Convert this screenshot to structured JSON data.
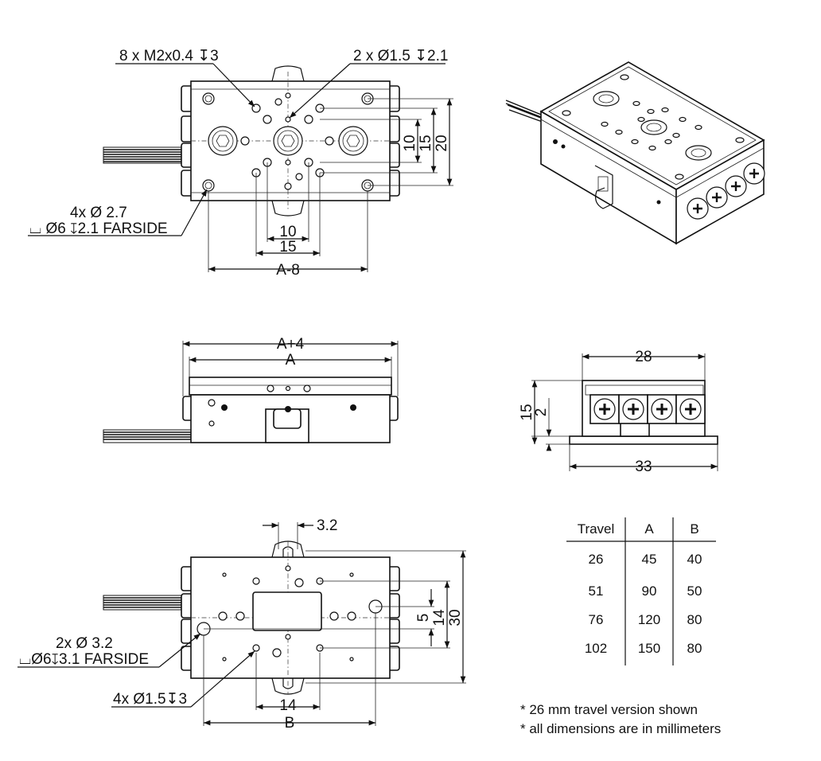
{
  "top_view": {
    "callout_threaded": "8 x M2x0.4 ↧3",
    "callout_pin": "2 x Ø1.5 ↧2.1",
    "callout_cbore_1": "4x Ø 2.7",
    "callout_cbore_2": "⌴ Ø6 ↧2.1 FARSIDE",
    "dim_v_10": "10",
    "dim_v_15": "15",
    "dim_v_20": "20",
    "dim_h_10": "10",
    "dim_h_15": "15",
    "dim_h_a8": "A-8"
  },
  "front_view": {
    "dim_a4": "A+4",
    "dim_a": "A"
  },
  "side_view": {
    "dim_28": "28",
    "dim_33": "33",
    "dim_15": "15",
    "dim_2": "2"
  },
  "bottom_view": {
    "dim_32": "3.2",
    "callout_cbore_1": "2x Ø 3.2",
    "callout_cbore_2": "⌴Ø6↧3.1 FARSIDE",
    "callout_holes": "4x Ø1.5↧3",
    "dim_v_5": "5",
    "dim_v_14": "14",
    "dim_v_30": "30",
    "dim_h_14": "14",
    "dim_h_b": "B"
  },
  "travel_table": {
    "headers": [
      "Travel",
      "A",
      "B"
    ],
    "rows": [
      [
        "26",
        "45",
        "40"
      ],
      [
        "51",
        "90",
        "50"
      ],
      [
        "76",
        "120",
        "80"
      ],
      [
        "102",
        "150",
        "80"
      ]
    ]
  },
  "notes": [
    "* 26 mm travel version shown",
    "* all dimensions are in millimeters"
  ]
}
